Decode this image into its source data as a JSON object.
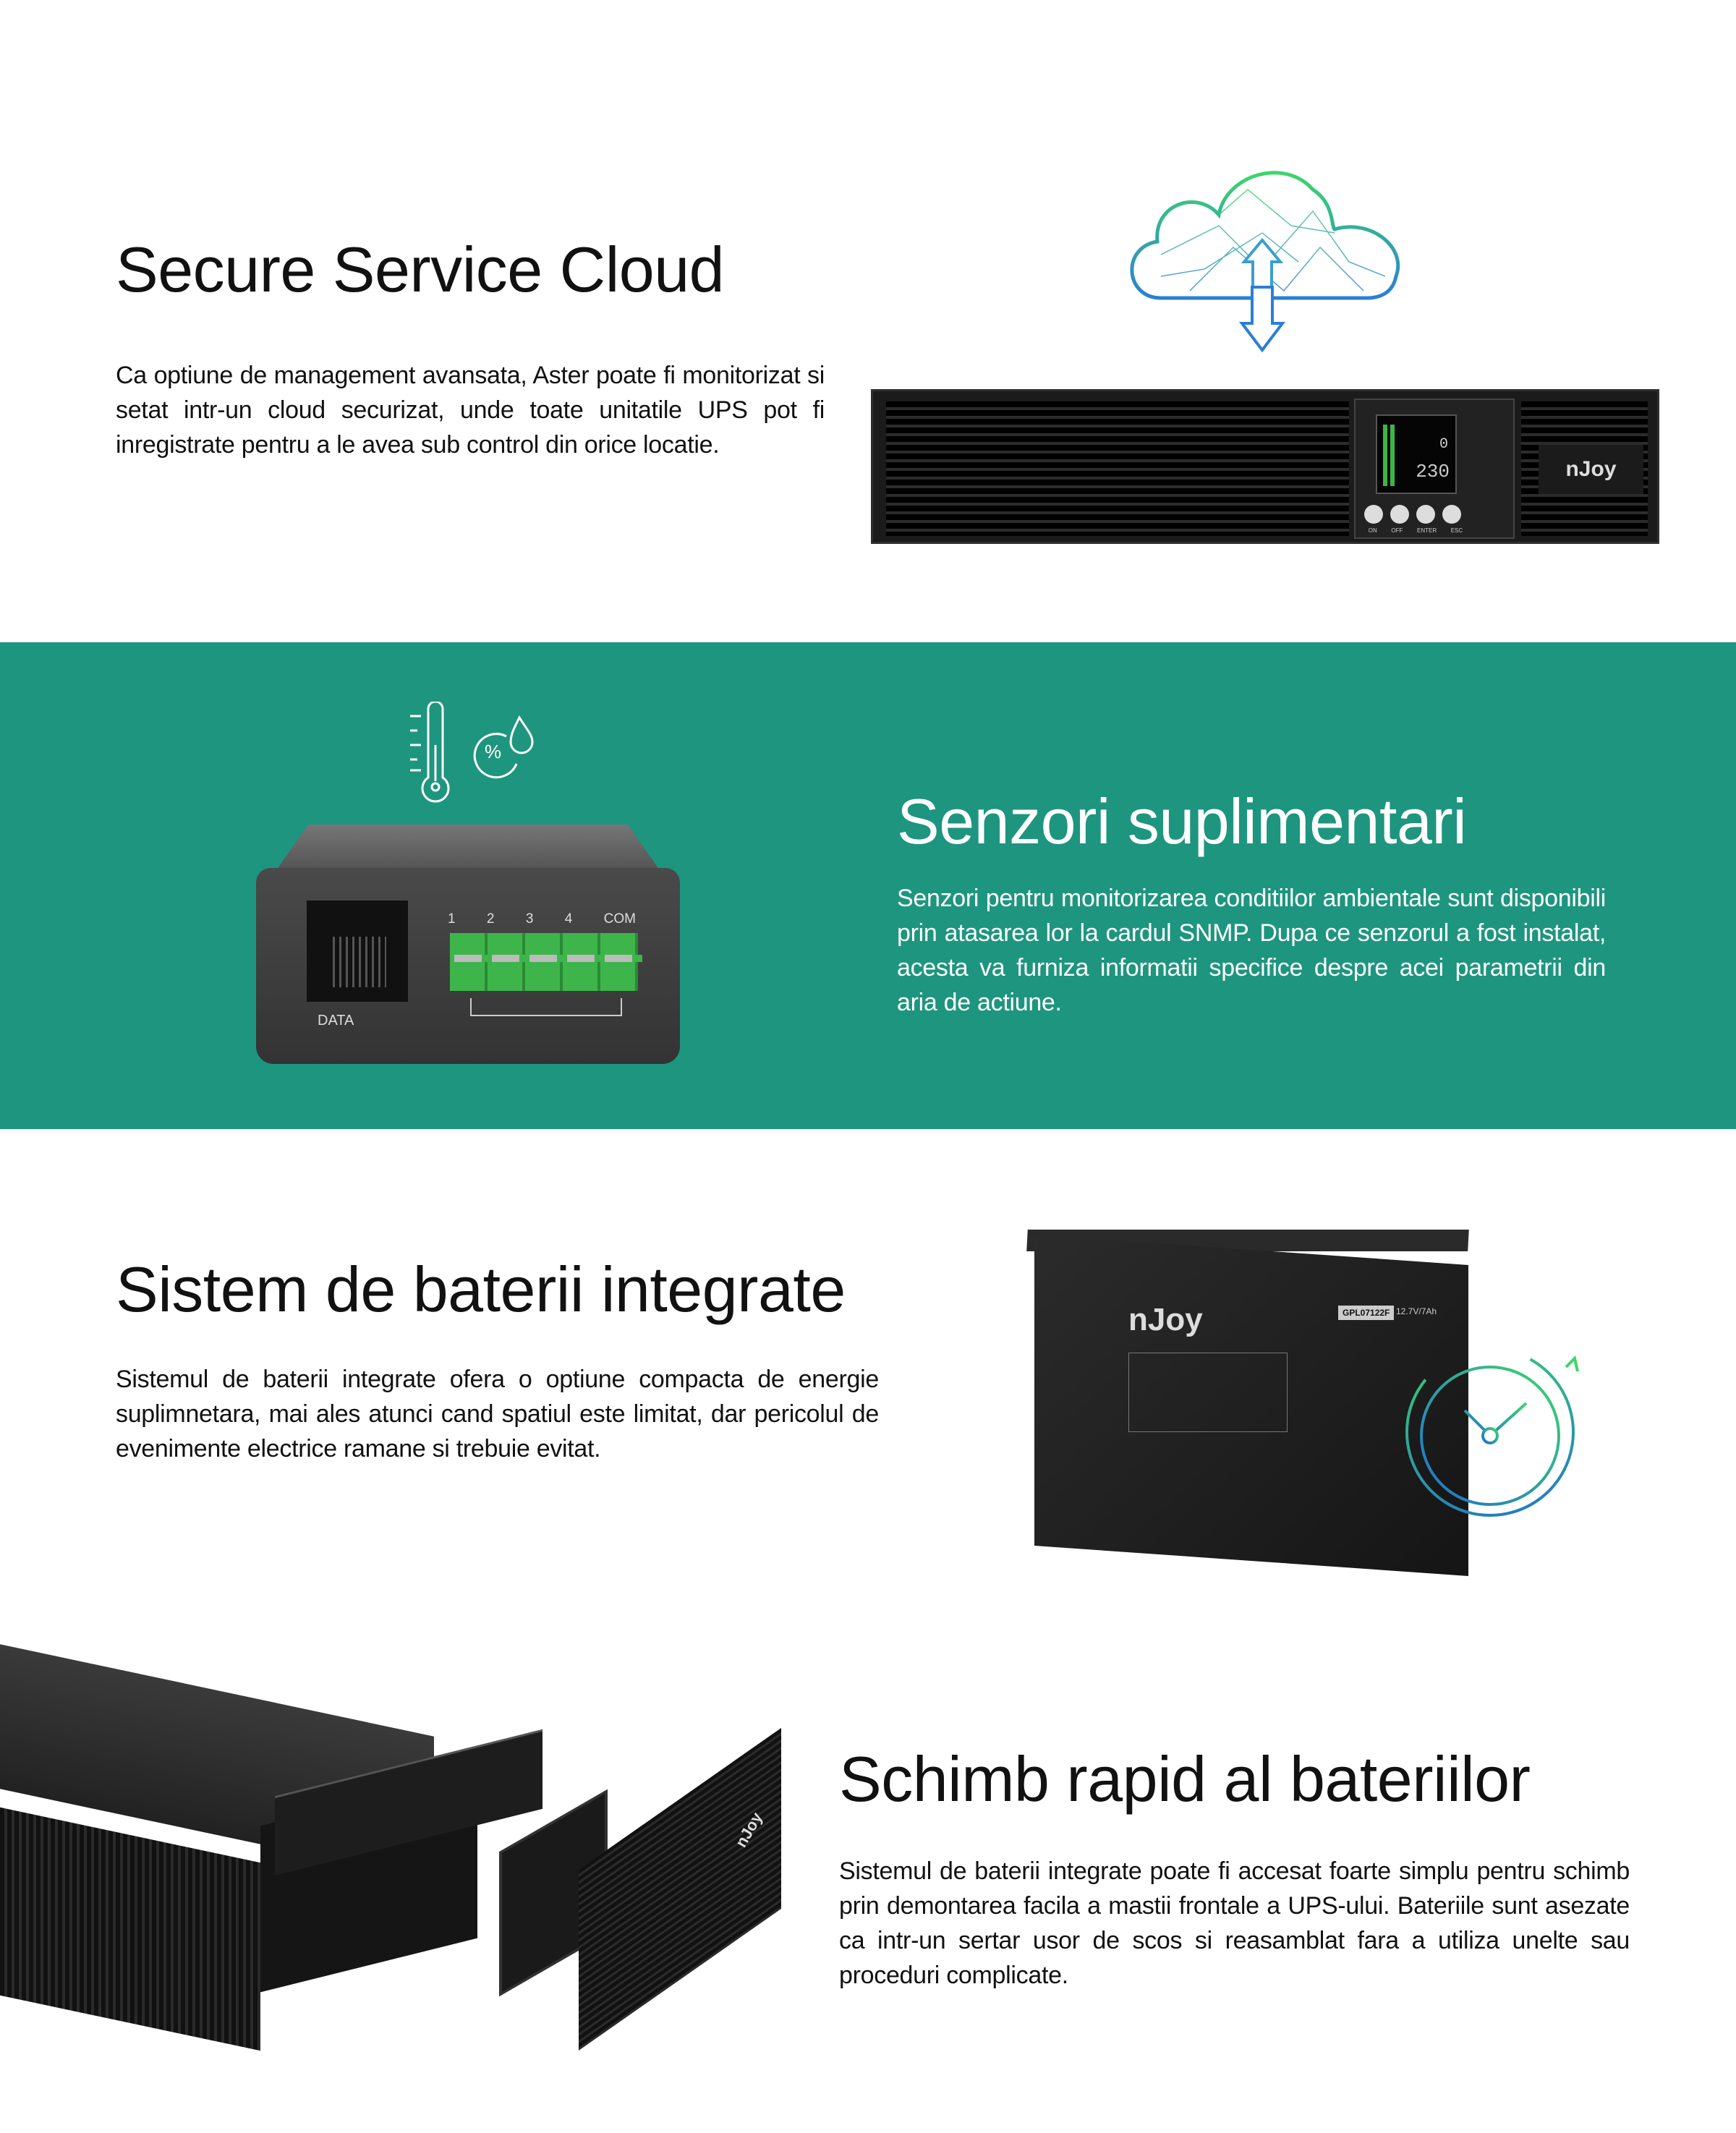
{
  "sections": [
    {
      "title": "Secure Service Cloud",
      "body": "Ca optiune de management avansata, Aster poate fi monitorizat si setat intr-un cloud securizat, unde toate unitatile UPS pot fi inregistrate pentru a le avea sub control din orice locatie.",
      "image": {
        "brand": "nJoy",
        "display_value": "230",
        "display_small": "0",
        "buttons": [
          "ON",
          "OFF",
          "ENTER",
          "ESC"
        ]
      }
    },
    {
      "title": "Senzori suplimentari",
      "body": "Senzori pentru monitorizarea conditiilor ambientale sunt disponibili prin atasarea lor la cardul SNMP. Dupa ce senzorul a fost instalat, acesta va furniza informatii specifice despre acei parametrii din aria de actiune.",
      "image": {
        "port_label": "DATA",
        "terminal_labels": [
          "1",
          "2",
          "3",
          "4",
          "COM"
        ],
        "humidity_symbol": "%"
      }
    },
    {
      "title": "Sistem de baterii integrate",
      "body": "Sistemul de baterii integrate ofera o optiune compacta de energie suplimnetara, mai ales atunci cand spatiul este limitat, dar pericolul de evenimente electrice ramane si trebuie evitat.",
      "image": {
        "brand": "nJoy",
        "model": "GPL07122F",
        "spec": "12.7V/7Ah"
      }
    },
    {
      "title": "Schimb rapid al bateriilor",
      "body": "Sistemul de baterii integrate poate fi accesat foarte simplu pentru schimb prin demontarea facila a mastii frontale a UPS-ului. Bateriile sunt asezate ca intr-un sertar usor de scos si reasamblat fara a utiliza unelte sau proceduri complicate.",
      "image": {
        "brand": "nJoy"
      }
    }
  ],
  "colors": {
    "teal": "#1e957f",
    "green": "#3db54a",
    "blue": "#1f7fd0"
  }
}
